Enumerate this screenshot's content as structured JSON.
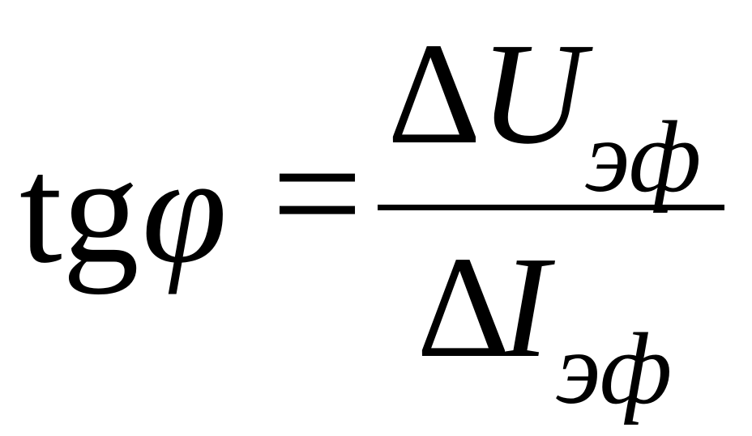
{
  "formula": {
    "lhs_function": "tg",
    "lhs_variable": "φ",
    "equals": "=",
    "numerator": {
      "delta": "Δ",
      "symbol": "U",
      "subscript": "эф"
    },
    "denominator": {
      "delta": "Δ",
      "symbol": "I",
      "subscript": "эф"
    }
  }
}
